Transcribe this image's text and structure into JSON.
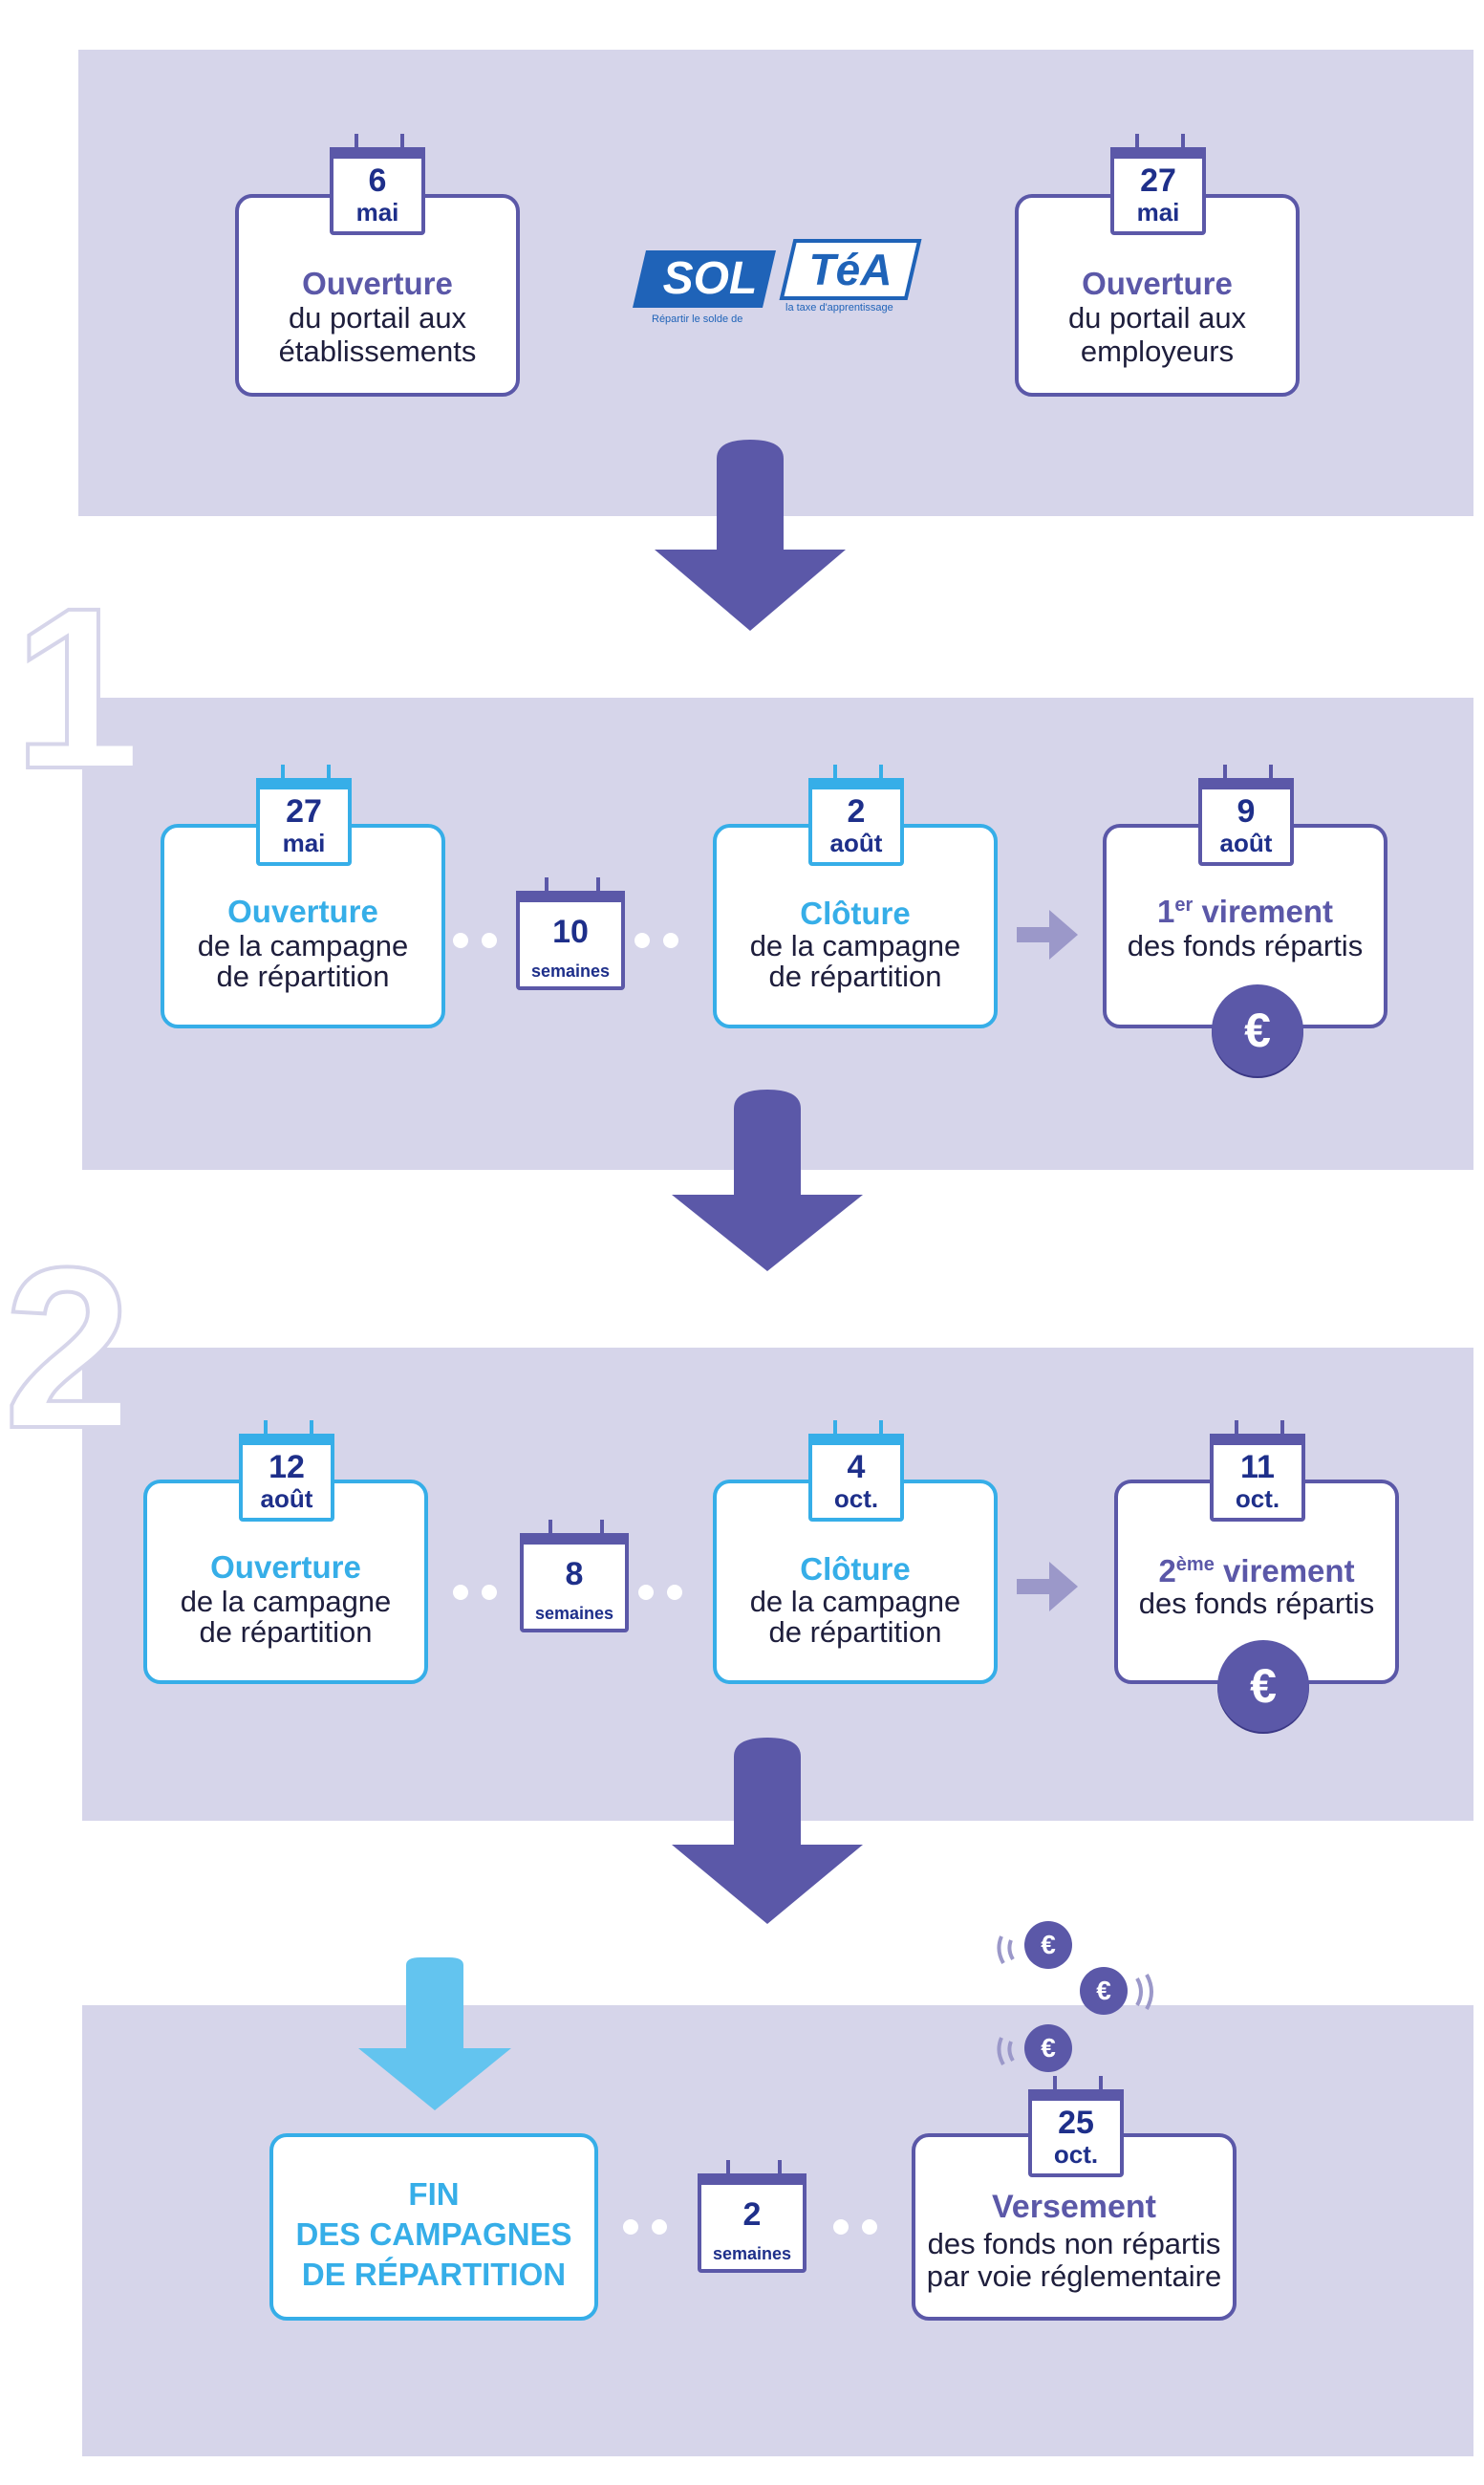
{
  "logo": {
    "sol": "SOL",
    "tea": "TéA",
    "tagline_left": "Répartir le solde de",
    "tagline_right": "la taxe d'apprentissage"
  },
  "top": {
    "left": {
      "day": "6",
      "month": "mai",
      "bold": "Ouverture",
      "line2": "du portail aux",
      "line3": "établissements"
    },
    "right": {
      "day": "27",
      "month": "mai",
      "bold": "Ouverture",
      "line2": "du portail aux",
      "line3": "employeurs"
    }
  },
  "campaign1": {
    "number": "1",
    "open": {
      "day": "27",
      "month": "mai",
      "bold": "Ouverture",
      "line2": "de la campagne",
      "line3": "de répartition"
    },
    "duration": {
      "value": "10",
      "unit": "semaines"
    },
    "close": {
      "day": "2",
      "month": "août",
      "bold": "Clôture",
      "line2": "de la campagne",
      "line3": "de répartition"
    },
    "transfer": {
      "day": "9",
      "month": "août",
      "ord": "1",
      "ord_sup": "er",
      "bold": "virement",
      "line2": "des fonds répartis",
      "euro": "€"
    }
  },
  "campaign2": {
    "number": "2",
    "open": {
      "day": "12",
      "month": "août",
      "bold": "Ouverture",
      "line2": "de la campagne",
      "line3": "de répartition"
    },
    "duration": {
      "value": "8",
      "unit": "semaines"
    },
    "close": {
      "day": "4",
      "month": "oct.",
      "bold": "Clôture",
      "line2": "de la campagne",
      "line3": "de répartition"
    },
    "transfer": {
      "day": "11",
      "month": "oct.",
      "ord": "2",
      "ord_sup": "ème",
      "bold": "virement",
      "line2": "des fonds répartis",
      "euro": "€"
    }
  },
  "final": {
    "end": {
      "line1": "FIN",
      "line2": "DES CAMPAGNES",
      "line3": "DE RÉPARTITION"
    },
    "duration": {
      "value": "2",
      "unit": "semaines"
    },
    "payment": {
      "day": "25",
      "month": "oct.",
      "bold": "Versement",
      "line2": "des fonds non répartis",
      "line3": "par voie réglementaire"
    },
    "coin": "€"
  },
  "colors": {
    "panel": "#d6d5ea",
    "purple": "#5b58a8",
    "blue": "#36aee8",
    "dark": "#1e2f8a"
  }
}
